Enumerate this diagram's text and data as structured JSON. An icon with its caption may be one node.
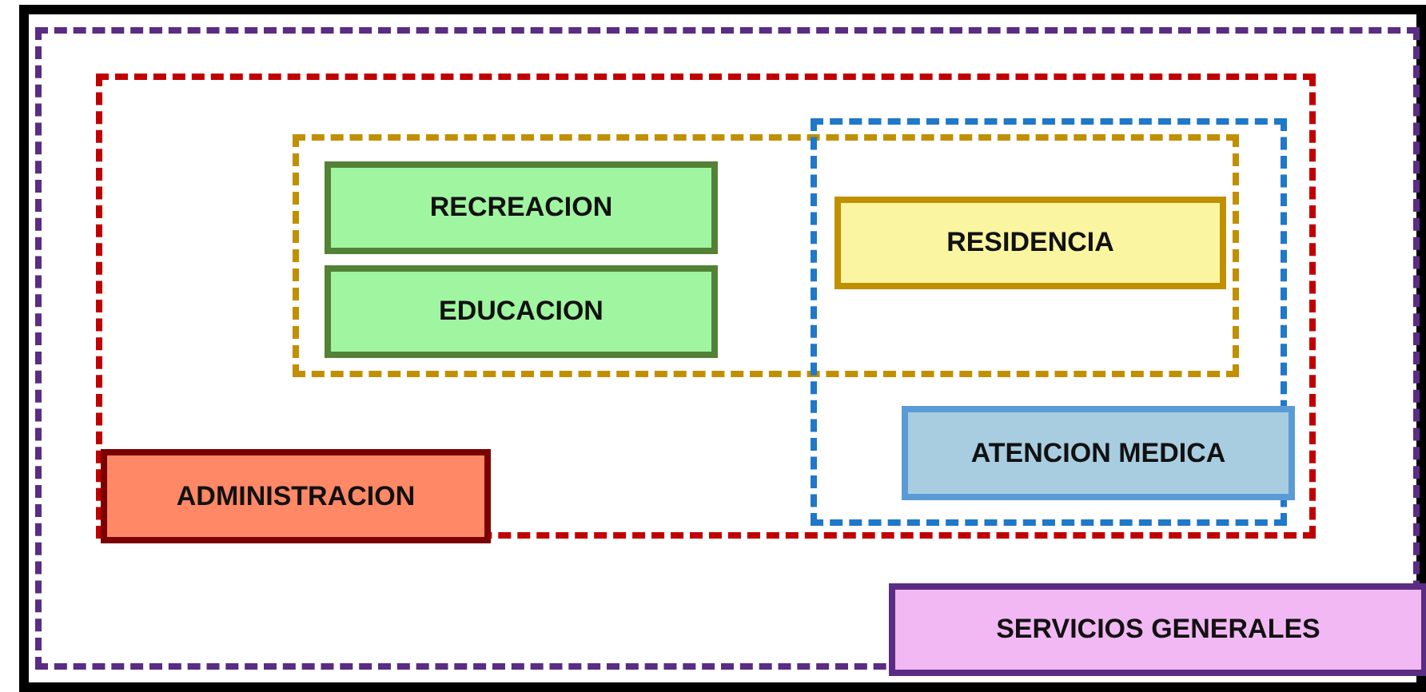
{
  "diagram": {
    "nodes": [
      {
        "text": [],
        "shape": "box"
      },
      {
        "text": [],
        "shape": "box",
        "in": 0
      },
      {
        "text": [],
        "shape": "box",
        "in": 1
      },
      {
        "text": [],
        "shape": "box",
        "in": 1
      },
      {
        "text": [
          "RECREACION"
        ],
        "in": 2
      },
      {
        "text": [
          "EDUCACION"
        ],
        "in": 2
      },
      {
        "text": [
          "RESIDENCIA"
        ]
      },
      {
        "text": [
          "ATENCION MEDICA"
        ],
        "in": 3
      },
      {
        "text": [
          "ADMINISTRACION"
        ],
        "in": 1
      },
      {
        "text": [
          "SERVICIOS GENERALES"
        ],
        "in": 0
      }
    ],
    "edges": []
  }
}
